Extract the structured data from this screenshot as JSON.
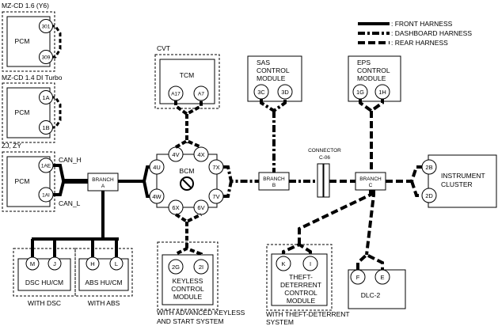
{
  "legend": {
    "front": ": FRONT HARNESS",
    "dashboard": ": DASHBOARD HARNESS",
    "rear": ": REAR HARNESS"
  },
  "pcm_groups": [
    {
      "variant": "MZ-CD 1.6 (Y6)",
      "label": "PCM",
      "pins": [
        "301",
        "309"
      ]
    },
    {
      "variant": "MZ-CD 1.4 DI Turbo",
      "label": "PCM",
      "pins": [
        "1A",
        "1B"
      ]
    },
    {
      "variant": "ZJ, ZY",
      "label": "PCM",
      "pins": [
        "1AE",
        "1AI"
      ]
    }
  ],
  "can_labels": {
    "high": "CAN_H",
    "low": "CAN_L"
  },
  "tcm": {
    "variant": "CVT",
    "label": "TCM",
    "pins": [
      "A17",
      "A7"
    ]
  },
  "sas": {
    "label": [
      "SAS",
      "CONTROL",
      "MODULE"
    ],
    "pins": [
      "3C",
      "3D"
    ]
  },
  "eps": {
    "label": [
      "EPS",
      "CONTROL",
      "MODULE"
    ],
    "pins": [
      "1G",
      "1H"
    ]
  },
  "bcm": {
    "label": "BCM",
    "pins": [
      "4V",
      "4X",
      "4U",
      "7X",
      "4W",
      "7V",
      "6X",
      "6V"
    ]
  },
  "branches": {
    "a": [
      "BRANCH",
      "A"
    ],
    "b": [
      "BRANCH",
      "B"
    ],
    "c": [
      "BRANCH",
      "C"
    ]
  },
  "connector": {
    "label": [
      "CONNECTOR",
      "C-06"
    ]
  },
  "instrument_cluster": {
    "label": [
      "INSTRUMENT",
      "CLUSTER"
    ],
    "pins": [
      "2B",
      "2D"
    ]
  },
  "dsc": {
    "label": "DSC HU/CM",
    "pins": [
      "M",
      "J"
    ],
    "caption": "WITH DSC"
  },
  "abs": {
    "label": "ABS HU/CM",
    "pins": [
      "H",
      "L"
    ],
    "caption": "WITH ABS"
  },
  "keyless": {
    "label": [
      "KEYLESS",
      "CONTROL",
      "MODULE"
    ],
    "pins": [
      "2G",
      "2I"
    ],
    "caption": [
      "WITH ADVANCED KEYLESS",
      "AND START SYSTEM"
    ]
  },
  "theft": {
    "label": [
      "THEFT-",
      "DETERRENT",
      "CONTROL",
      "MODULE"
    ],
    "pins": [
      "K",
      "I"
    ],
    "caption": [
      "WITH THEFT-DETERRENT",
      "SYSTEM"
    ]
  },
  "dlc": {
    "label": "DLC-2",
    "pins": [
      "F",
      "E"
    ]
  }
}
